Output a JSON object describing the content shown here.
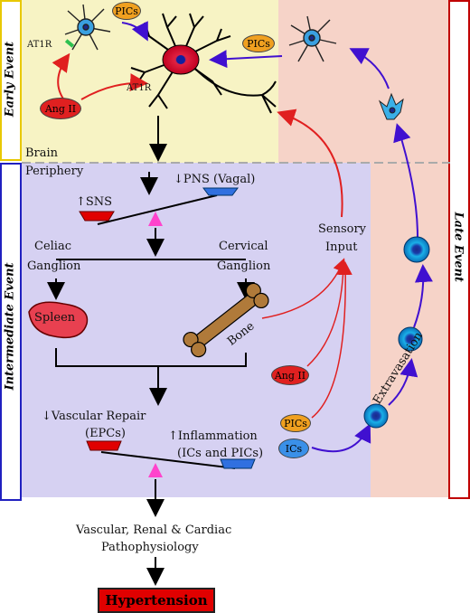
{
  "labels": {
    "early_event": "Early Event",
    "intermediate_event": "Intermediate Event",
    "late_event": "Late Event",
    "brain": "Brain",
    "periphery": "Periphery",
    "sns": "↑SNS",
    "pns": "↓PNS (Vagal)",
    "celiac_line1": "Celiac",
    "celiac_line2": "Ganglion",
    "cervical_line1": "Cervical",
    "cervical_line2": "Ganglion",
    "spleen": "Spleen",
    "bone": "Bone",
    "sensory_line1": "Sensory",
    "sensory_line2": "Input",
    "vascular_repair": "↓Vascular Repair",
    "epcs": "(EPCs)",
    "inflammation": "↑Inflammation",
    "ics_pics": "(ICs and PICs)",
    "patho_line1": "Vascular, Renal & Cardiac",
    "patho_line2": "Pathophysiology",
    "hypertension": "Hypertension",
    "extravasation": "Extravasation",
    "pics_top": "PICs",
    "pics_right": "PICs",
    "at1r_top": "AT1R",
    "at1r_mid": "AT1R",
    "ang_top": "Ang II",
    "ang_mid": "Ang II",
    "pics_bottom": "PICs",
    "ics_bottom": "ICs"
  },
  "colors": {
    "early_bg": "#f7f3c4",
    "intermediate_bg": "#d6d1f2",
    "late_bg": "#f6d3c8",
    "early_border": "#e8c800",
    "intermediate_border": "#2020c0",
    "late_border": "#c00000",
    "arrow_red": "#e02020",
    "arrow_blue": "#4010d0",
    "sns_red": "#e00000",
    "pns_blue": "#3070e0",
    "fulcrum": "#ff44cc"
  }
}
